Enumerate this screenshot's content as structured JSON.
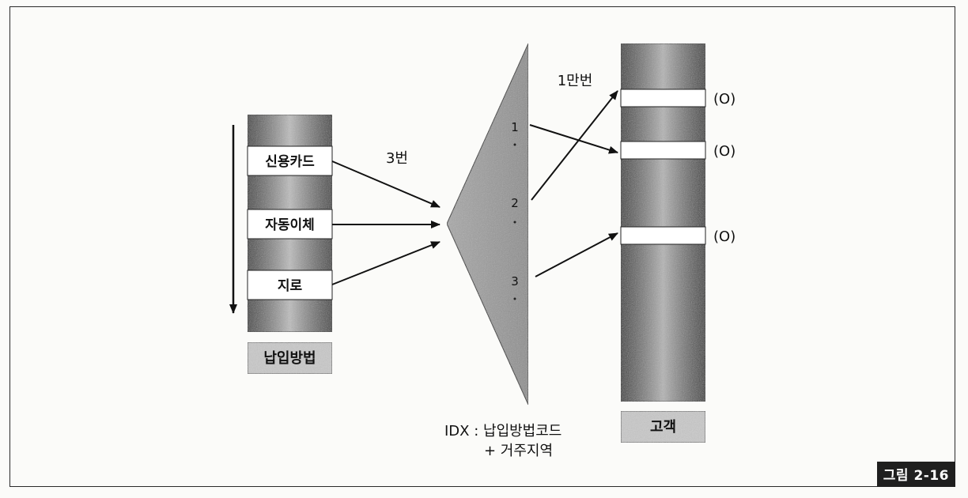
{
  "payment_methods": {
    "items": [
      "신용카드",
      "자동이체",
      "지로"
    ],
    "caption": "납입방법"
  },
  "index": {
    "count_label": "3번",
    "tick_labels": [
      "1",
      "2",
      "3"
    ],
    "caption_line1": "IDX : 납입방법코드",
    "caption_line2": "+ 거주지역"
  },
  "customer": {
    "access_label": "1만번",
    "match_mark": "(O)",
    "caption": "고객"
  },
  "figure_tag": "그림 2-16"
}
